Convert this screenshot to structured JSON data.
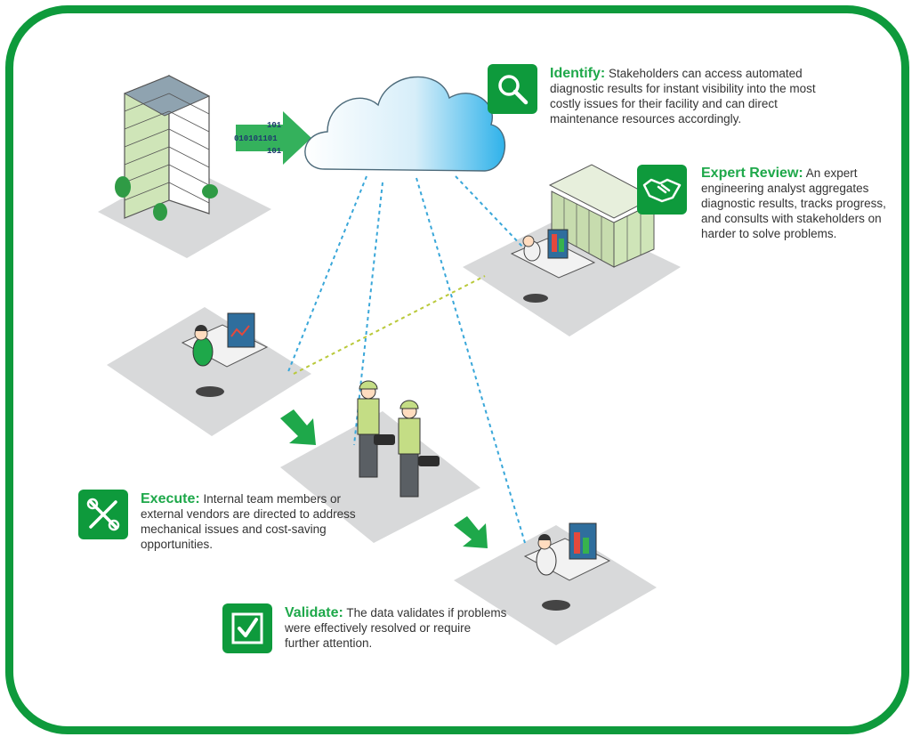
{
  "binary": {
    "row1": "101",
    "row2": "010101101",
    "row3": "101"
  },
  "steps": {
    "identify": {
      "title": "Identify:",
      "body": "Stakeholders can access automated diagnostic results for instant visibility into the most costly issues for their facility and can direct maintenance resources accordingly.",
      "icon": "magnifier-icon"
    },
    "expert_review": {
      "title": "Expert Review:",
      "body": "An expert engineering analyst aggregates diagnostic results, tracks progress, and consults with stakeholders on harder to solve problems.",
      "icon": "handshake-icon"
    },
    "execute": {
      "title": "Execute:",
      "body": "Internal team members or external vendors are directed to address mechanical issues and cost-saving opportunities.",
      "icon": "tools-icon"
    },
    "validate": {
      "title": "Validate:",
      "body": "The data validates if problems were effectively resolved or require further attention.",
      "icon": "checkbox-icon"
    }
  },
  "colors": {
    "brand_green": "#0e9a3c",
    "heading_green": "#1ea84a",
    "cloud_blue": "#33b6ea",
    "dashed_blue": "#3aa7d9",
    "dashed_yellow": "#b9c93a",
    "tile_gray": "#d8d9da"
  }
}
